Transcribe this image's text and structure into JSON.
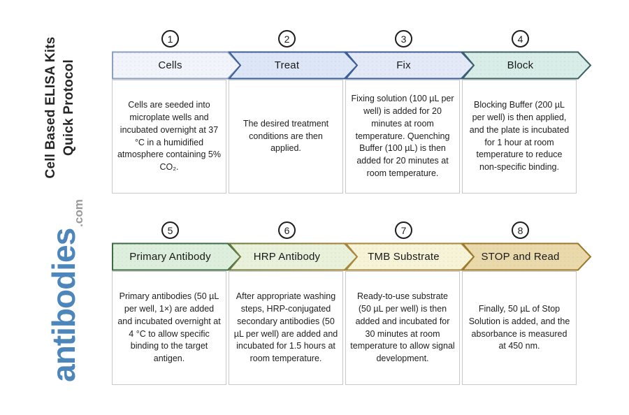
{
  "page": {
    "background": "#ffffff"
  },
  "sidebar": {
    "title_line1": "Cell Based ELISA Kits",
    "title_line2": "Quick Protocol",
    "title_color": "#262626",
    "logo_text": "antibodies",
    "logo_suffix": ".com",
    "logo_color": "#4d86bb",
    "logo_suffix_color": "#999999"
  },
  "steps": [
    {
      "number": "1",
      "title": "Cells",
      "fill": "#f1f5fb",
      "border": "#8d9fc0",
      "description": "Cells are seeded into microplate wells and incubated overnight at 37 °C in a humidified atmosphere containing 5% CO₂."
    },
    {
      "number": "2",
      "title": "Treat",
      "fill": "#dde6f7",
      "border": "#3c5f97",
      "description": "The desired treatment conditions are then applied."
    },
    {
      "number": "3",
      "title": "Fix",
      "fill": "#e4e9f8",
      "border": "#3d5e97",
      "description": "Fixing solution (100 µL per well) is added for 20 minutes at room temperature. Quenching Buffer (100 µL) is then added for 20 minutes at room temperature."
    },
    {
      "number": "4",
      "title": "Block",
      "fill": "#d8ede7",
      "border": "#3c6164",
      "description": "Blocking Buffer (200 µL per well) is then applied, and the plate is incubated for 1 hour at room temperature to reduce non-specific binding."
    },
    {
      "number": "5",
      "title": "Primary Antibody",
      "fill": "#ddefdc",
      "border": "#3d6c43",
      "description": "Primary antibodies (50 µL per well, 1×) are added and incubated overnight at 4 °C to allow specific binding to the target antigen."
    },
    {
      "number": "6",
      "title": "HRP Antibody",
      "fill": "#e9f1da",
      "border": "#6b7c3e",
      "border2": "#a98434",
      "description": "After appropriate washing steps, HRP-conjugated secondary antibodies (50 µL per well) are added and incubated for 1.5 hours at room temperature."
    },
    {
      "number": "7",
      "title": "TMB Substrate",
      "fill": "#f7f3d7",
      "border": "#a8893c",
      "description": "Ready-to-use substrate (50 µL per well) is then added and incubated for 30 minutes at room temperature to allow signal development."
    },
    {
      "number": "8",
      "title": "STOP and Read",
      "fill": "#eadaab",
      "border": "#9c782a",
      "description": "Finally, 50 µL of Stop Solution is added, and the absorbance is measured at 450 nm."
    }
  ]
}
